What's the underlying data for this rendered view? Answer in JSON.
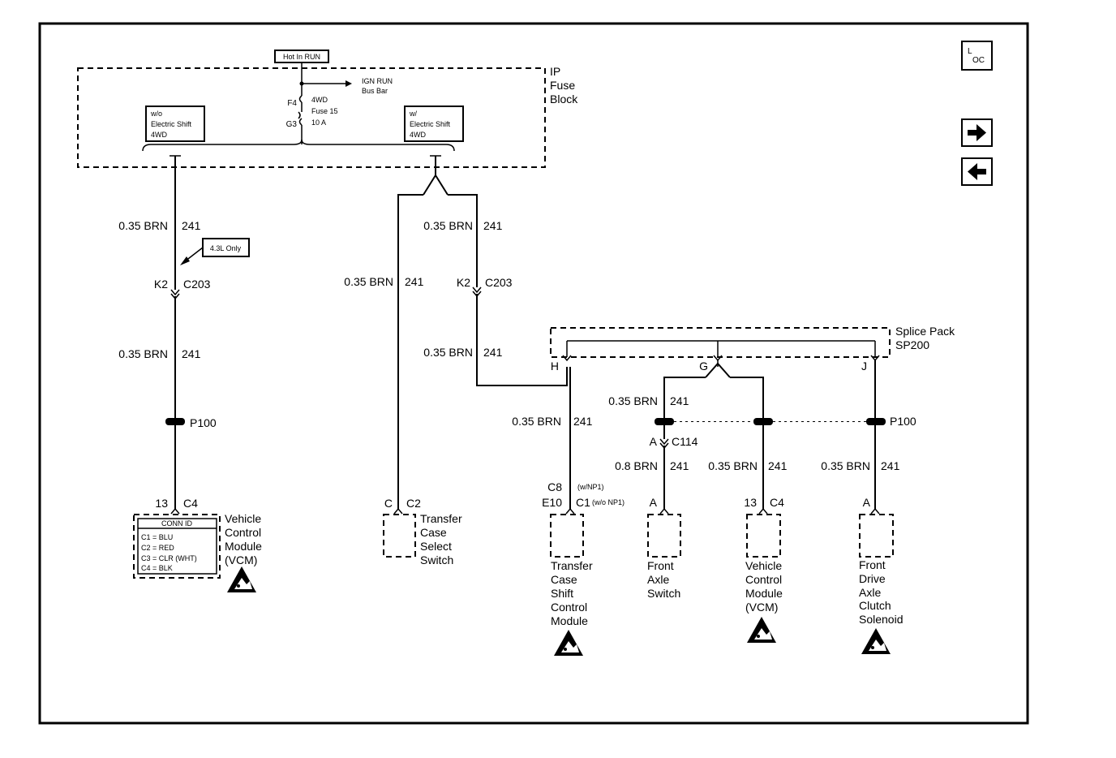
{
  "fuse_block": {
    "hot_in_run": "Hot In RUN",
    "title": [
      "IP",
      "Fuse",
      "Block"
    ],
    "ign_run_bus": [
      "IGN RUN",
      "Bus Bar"
    ],
    "fuse_pin_top": "F4",
    "fuse_pin_bottom": "G3",
    "fuse_label": [
      "4WD",
      "Fuse 15",
      "10 A"
    ],
    "wo_shift": [
      "w/o",
      "Electric Shift",
      "4WD"
    ],
    "w_shift": [
      "w/",
      "Electric Shift",
      "4WD"
    ]
  },
  "nav": {
    "loc_icon": "loc-icon",
    "loc_text_l": "L",
    "loc_text_oc": "OC",
    "forward_icon": "arrow-right-icon",
    "back_icon": "arrow-left-icon"
  },
  "wires": {
    "left_w1": "0.35 BRN",
    "left_w1_num": "241",
    "left_w2": "0.35 BRN",
    "left_w2_num": "241",
    "mid_c_w": "0.35 BRN",
    "mid_c_num": "241",
    "mid_k_w1": "0.35 BRN",
    "mid_k_num1": "241",
    "mid_k_w2": "0.35 BRN",
    "mid_k_num2": "241",
    "h_w": "0.35 BRN",
    "h_num": "241",
    "g_w": "0.35 BRN",
    "g_num": "241",
    "axle_w": "0.8 BRN",
    "axle_num": "241",
    "vcm2_w": "0.35 BRN",
    "vcm2_num": "241",
    "clutch_w": "0.35 BRN",
    "clutch_num": "241"
  },
  "connectors": {
    "note_43l": "4.3L Only",
    "k2_left": "K2",
    "c203_left": "C203",
    "k2_mid": "K2",
    "c203_mid": "C203",
    "p100_left": "P100",
    "p100_right": "P100",
    "c114_pin": "A",
    "c114": "C114",
    "splice_pack": [
      "Splice Pack",
      "SP200"
    ],
    "pin_h": "H",
    "pin_g": "G",
    "pin_j": "J"
  },
  "components": {
    "vcm_left": {
      "pin": "13",
      "conn": "C4",
      "name": [
        "Vehicle",
        "Control",
        "Module",
        "(VCM)"
      ],
      "conn_id_title": "CONN ID",
      "conn_id": [
        "C1 = BLU",
        "C2 = RED",
        "C3 = CLR (WHT)",
        "C4 = BLK"
      ]
    },
    "tc_select": {
      "pin": "C",
      "conn": "C2",
      "name": [
        "Transfer",
        "Case",
        "Select",
        "Switch"
      ]
    },
    "tc_shift": {
      "pin1": "C8",
      "pin1_note": "(w/NP1)",
      "pin2": "E10",
      "conn2": "C1",
      "pin2_note": "(w/o NP1)",
      "name": [
        "Transfer",
        "Case",
        "Shift",
        "Control",
        "Module"
      ]
    },
    "front_axle": {
      "pin": "A",
      "name": [
        "Front",
        "Axle",
        "Switch"
      ]
    },
    "vcm_right": {
      "pin": "13",
      "conn": "C4",
      "name": [
        "Vehicle",
        "Control",
        "Module",
        "(VCM)"
      ]
    },
    "clutch": {
      "pin": "A",
      "name": [
        "Front",
        "Drive",
        "Axle",
        "Clutch",
        "Solenoid"
      ]
    },
    "esd_icon": "esd-warning-icon"
  }
}
